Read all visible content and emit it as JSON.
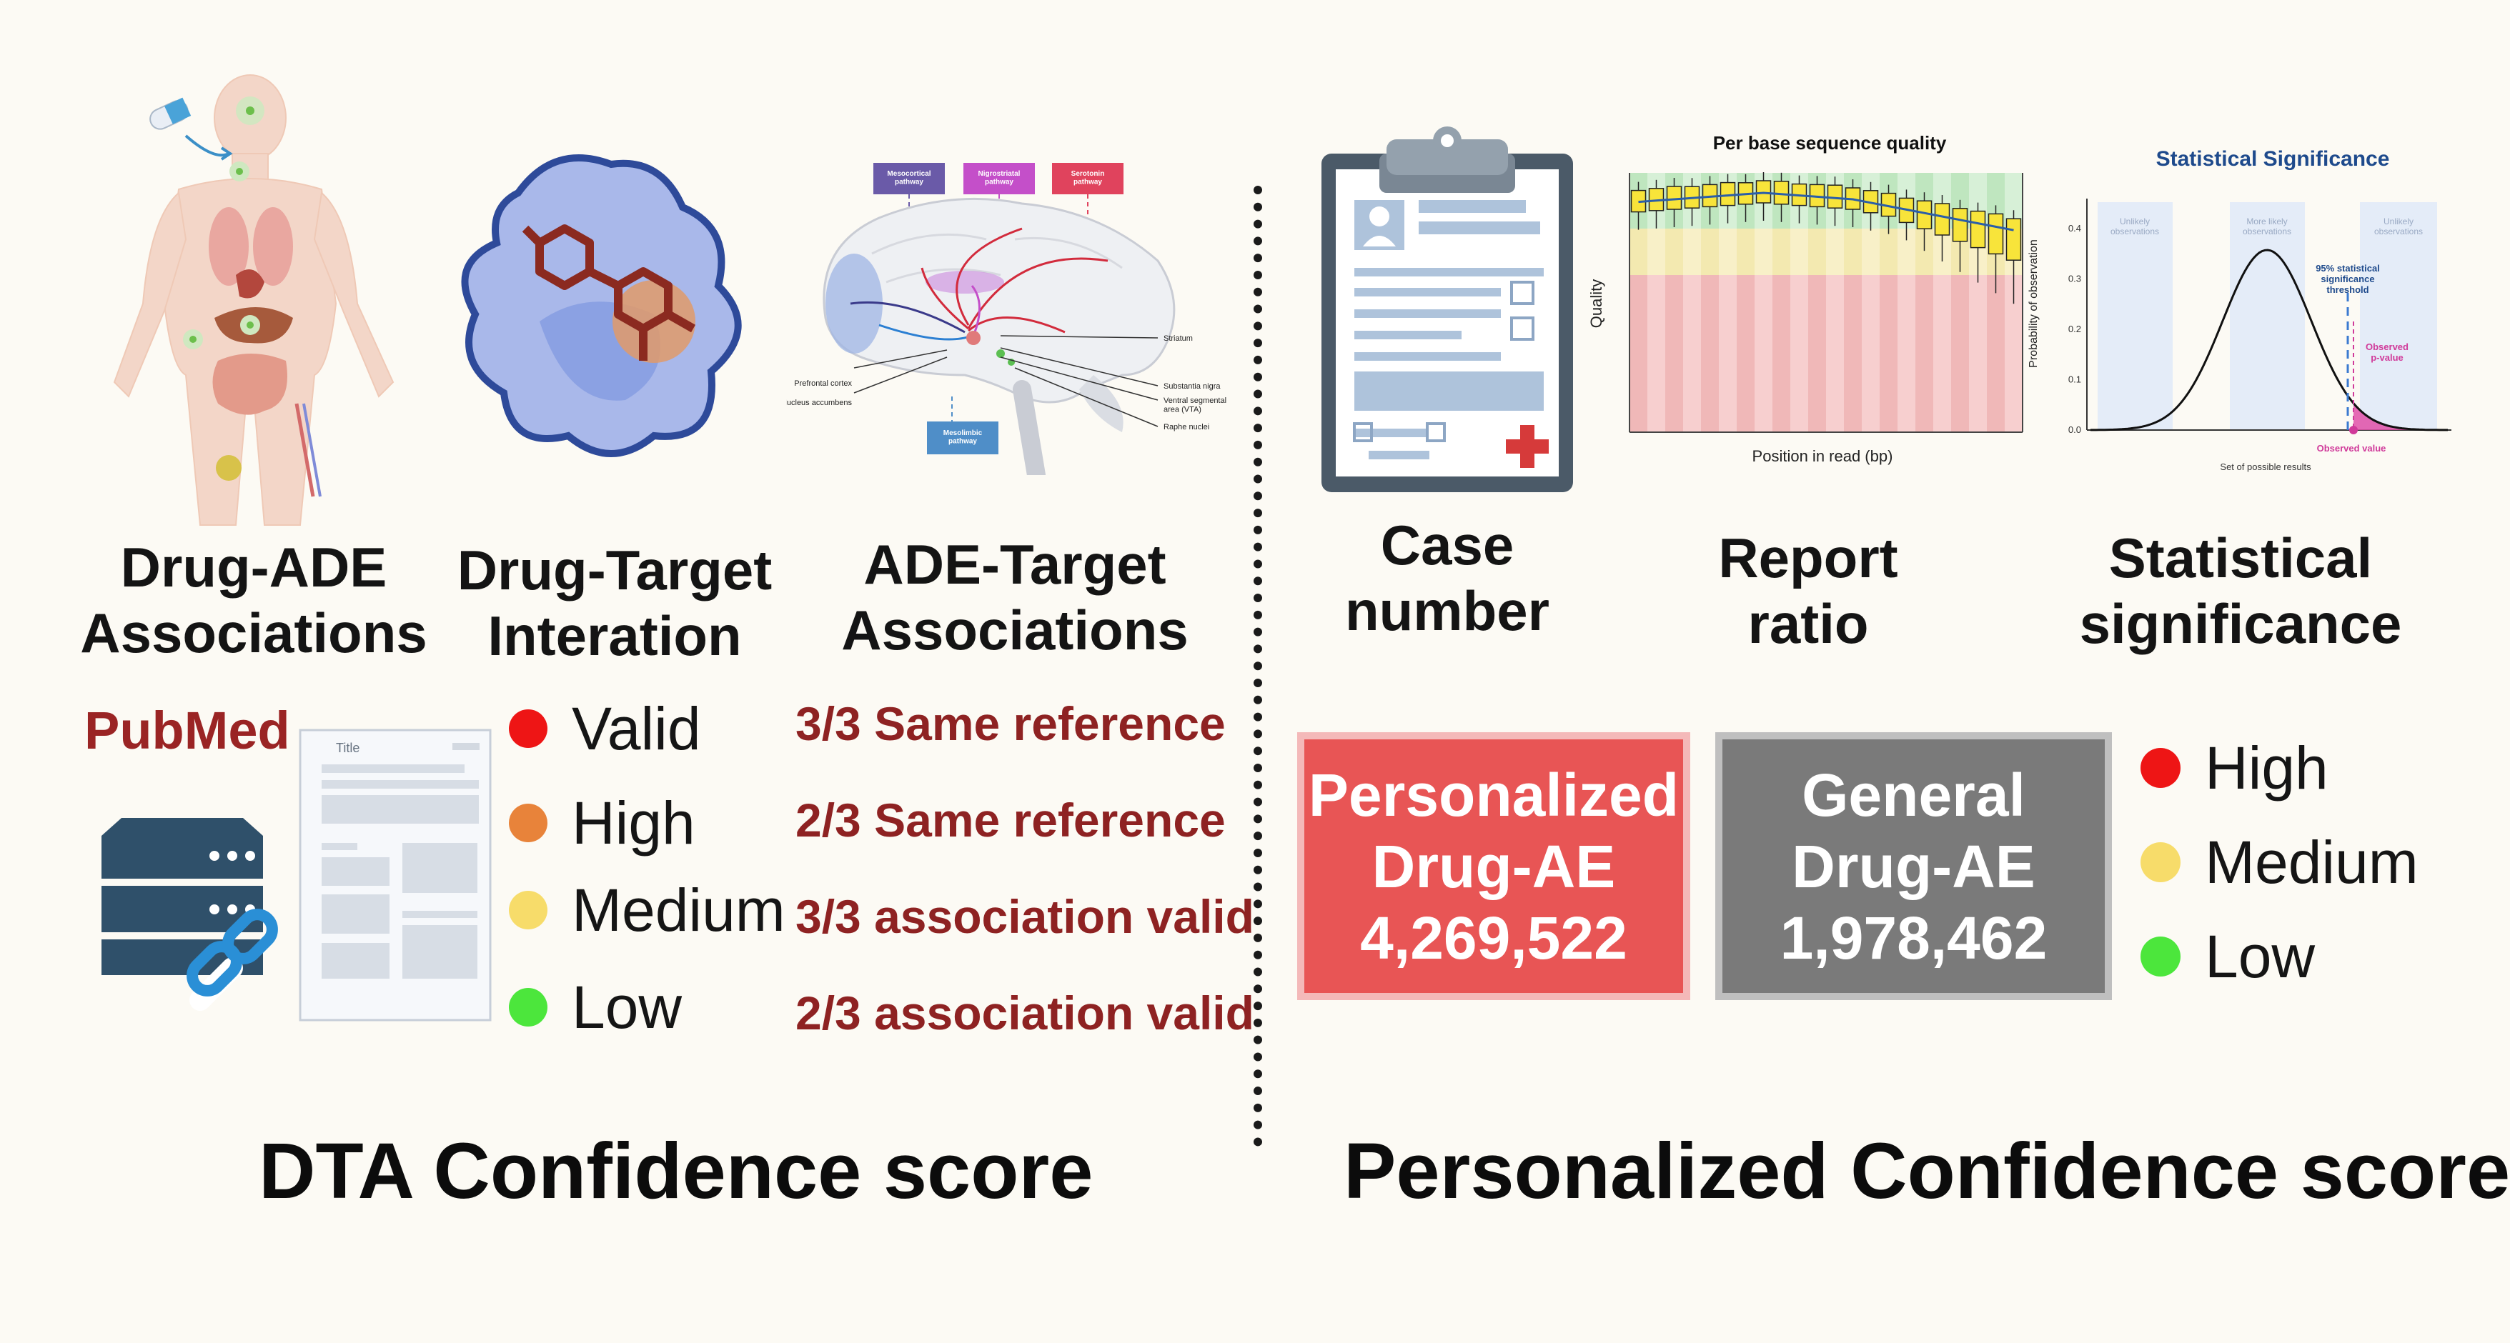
{
  "left": {
    "labels": {
      "drug_ade": "Drug-ADE\nAssociations",
      "drug_target": "Drug-Target\nInteration",
      "ade_target": "ADE-Target\nAssociations"
    },
    "pubmed_label": "PubMed",
    "document_title": "Title",
    "legend": [
      {
        "label": "Valid",
        "color": "#ee1515"
      },
      {
        "label": "High",
        "color": "#e8833a"
      },
      {
        "label": "Medium",
        "color": "#f7dc6a"
      },
      {
        "label": "Low",
        "color": "#4ce63c"
      }
    ],
    "rules": [
      "3/3 Same reference",
      "2/3 Same reference",
      "3/3 association valid",
      "2/3 association valid"
    ],
    "brain": {
      "pathways": [
        {
          "label": "Mesocortical\npathway",
          "color": "#6a5aa8"
        },
        {
          "label": "Nigrostriatal\npathway",
          "color": "#c44fc9"
        },
        {
          "label": "Serotonin\npathway",
          "color": "#e0435d"
        }
      ],
      "mesolimbic": {
        "label": "Mesolimbic\npathway",
        "color": "#4f8ec8"
      },
      "left_labels": [
        "Prefrontal cortex",
        "Nucleus accumbens"
      ],
      "right_labels": [
        "Striatum",
        "Substantia nigra",
        "Ventral segmental\narea (VTA)",
        "Raphe nuclei"
      ]
    },
    "section_title": "DTA Confidence score"
  },
  "right": {
    "labels": {
      "case_number": "Case\nnumber",
      "report_ratio": "Report\nratio",
      "statistical_significance": "Statistical\nsignificance"
    },
    "quality_chart": {
      "title": "Per base sequence quality",
      "xlabel": "Position in read (bp)",
      "ylabel": "Quality",
      "y2label": "Probability of observation"
    },
    "significance_chart": {
      "title": "Statistical Significance",
      "yticks": [
        "0.4",
        "0.3",
        "0.2",
        "0.1",
        "0.0"
      ],
      "xlabel": "Set of possible results",
      "regions": [
        "Unlikely\nobservations",
        "More likely\nobservations",
        "Unlikely\nobservations"
      ],
      "threshold_label": "95% statistical\nsignificance\nthreshold",
      "pvalue_label": "Observed\np-value",
      "observed_value_label": "Observed value"
    },
    "boxes": [
      {
        "line1": "Personalized",
        "line2": "Drug-AE",
        "count": "4,269,522",
        "fill": "#e85555",
        "border": "#f4b9b9"
      },
      {
        "line1": "General",
        "line2": "Drug-AE",
        "count": "1,978,462",
        "fill": "#7a7a7a",
        "border": "#bfbfbf"
      }
    ],
    "legend": [
      {
        "label": "High",
        "color": "#ee1515"
      },
      {
        "label": "Medium",
        "color": "#f7dc6a"
      },
      {
        "label": "Low",
        "color": "#4ce63c"
      }
    ],
    "section_title": "Personalized Confidence score"
  }
}
